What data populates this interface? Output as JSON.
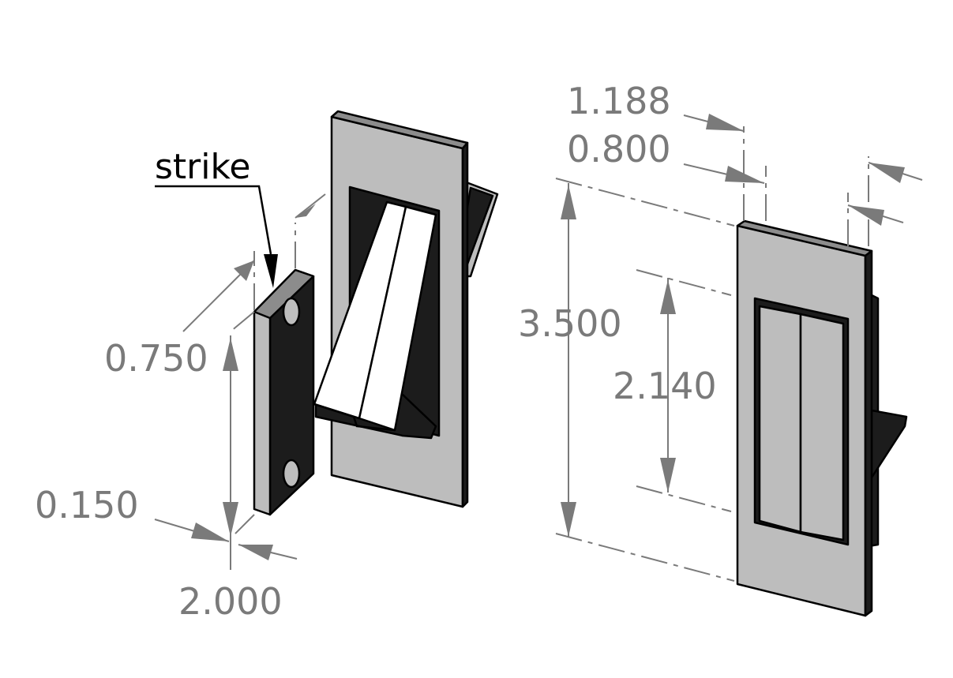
{
  "callout": {
    "label": "strike"
  },
  "dimensions": {
    "overall_width": "1.188",
    "face_depth": "0.800",
    "plate_height": "3.500",
    "pocket_height": "2.140",
    "strike_width": "0.750",
    "strike_thickness": "0.150",
    "strike_height": "2.000"
  }
}
